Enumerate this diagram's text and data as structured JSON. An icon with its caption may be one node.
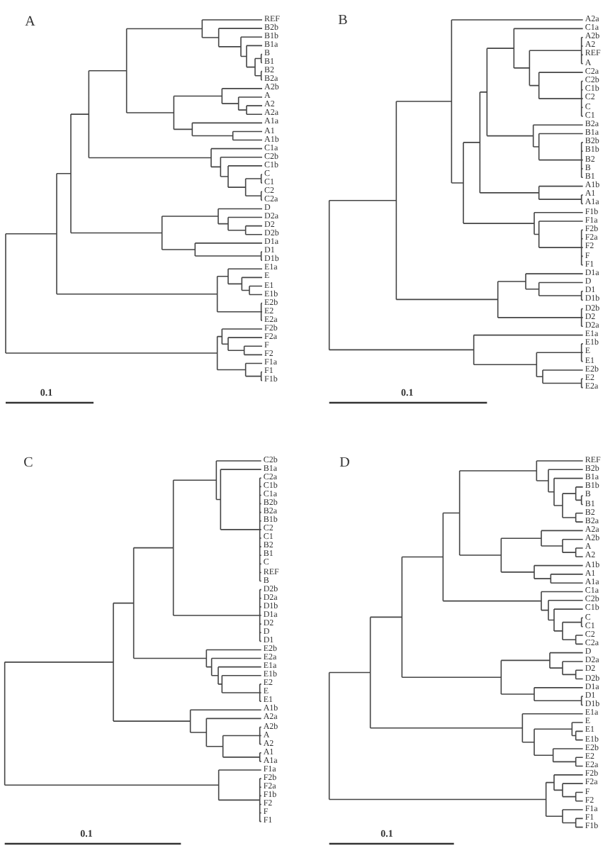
{
  "diagram": {
    "labels": [
      "A",
      "REF",
      "B2b",
      "B1b",
      "B1a",
      "B",
      "B1",
      "B2",
      "B2a",
      "A2b",
      "A",
      "A2",
      "A2a",
      "A1a",
      "A1",
      "A1b",
      "C1a",
      "C2b",
      "C1b",
      "C",
      "C1",
      "C2",
      "C2a",
      "D",
      "D2a",
      "D2",
      "D2b",
      "D1a",
      "D1",
      "D1b",
      "E1a",
      "E",
      "E1",
      "E1b",
      "E2b",
      "E2",
      "E2a",
      "F2b",
      "F2a",
      "F",
      "F2",
      "F1a",
      "F1",
      "F1b",
      "0.1",
      "B",
      "A2a",
      "C1a",
      "A2b",
      "A2",
      "REF",
      "A",
      "C2a",
      "C2b",
      "C1b",
      "C2",
      "C",
      "C1",
      "B2a",
      "B1a",
      "B2b",
      "B1b",
      "B2",
      "B",
      "B1",
      "A1b",
      "A1",
      "A1a",
      "F1b",
      "F1a",
      "F2b",
      "F2a",
      "F2",
      "F",
      "F1",
      "D1a",
      "D",
      "D1",
      "D1b",
      "D2b",
      "D2",
      "D2a",
      "E1a",
      "E1b",
      "E",
      "E1",
      "E2b",
      "E2",
      "E2a",
      "0.1",
      "C",
      "C2b",
      "B1a",
      "C2a",
      "C1b",
      "C1a",
      "B2b",
      "B2a",
      "B1b",
      "C2",
      "C1",
      "B2",
      "B1",
      "C",
      "REF",
      "B",
      "D2b",
      "D2a",
      "D1b",
      "D1a",
      "D2",
      "D",
      "D1",
      "E2b",
      "E2a",
      "E1a",
      "E1b",
      "E2",
      "E",
      "E1",
      "A1b",
      "A2a",
      "A2b",
      "A",
      "A2",
      "A1",
      "A1a",
      "F1a",
      "F2b",
      "F2a",
      "F1b",
      "F2",
      "F",
      "F1",
      "0.1",
      "D",
      "REF",
      "B2b",
      "B1a",
      "B1b",
      "B",
      "B1",
      "B2",
      "B2a",
      "A2a",
      "A2b",
      "A",
      "A2",
      "A1b",
      "A1",
      "A1a",
      "C1a",
      "C2b",
      "C1b",
      "C",
      "C1",
      "C2",
      "C2a",
      "D",
      "D2a",
      "D2",
      "D2b",
      "D1a",
      "D1",
      "D1b",
      "E1a",
      "E",
      "E1",
      "E1b",
      "E2b",
      "E2",
      "E2a",
      "F2b",
      "F2a",
      "F",
      "F2",
      "F1a",
      "F1",
      "F1b",
      "0.1"
    ]
  }
}
